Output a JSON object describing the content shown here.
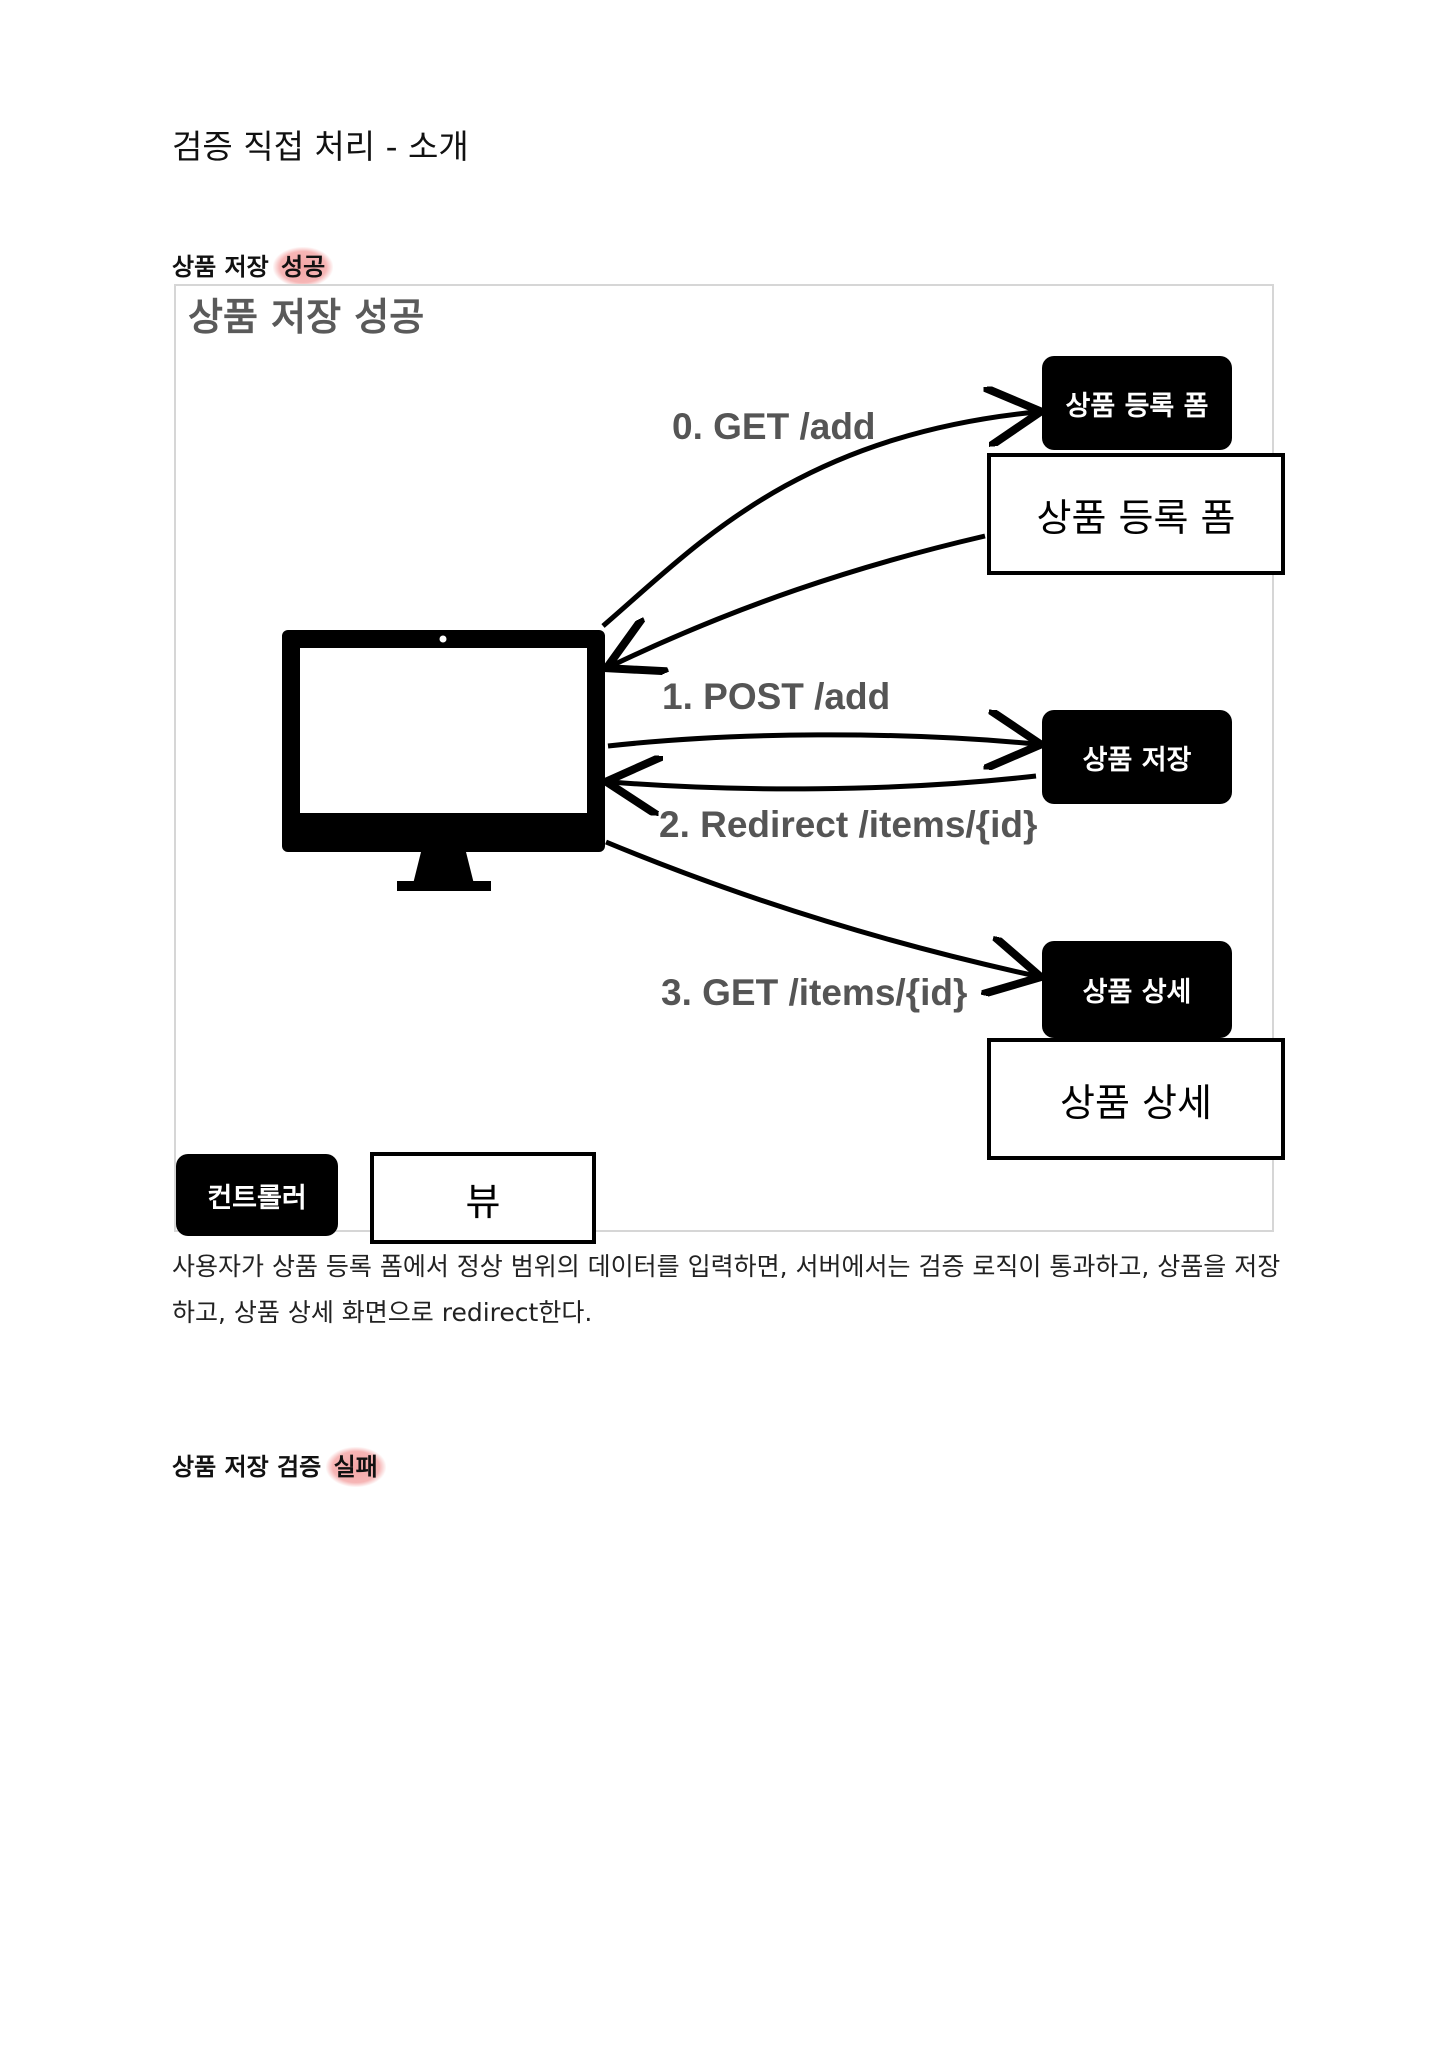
{
  "page_title": "검증 직접 처리 - 소개",
  "section_success": {
    "heading_prefix": "상품 저장",
    "heading_highlight": "성공"
  },
  "diagram": {
    "title": "상품 저장 성공",
    "arrows": {
      "get_add": "0. GET /add",
      "post_add": "1. POST /add",
      "redirect": "2. Redirect /items/{id}",
      "get_item": "3. GET /items/{id}"
    },
    "controllers": {
      "add_form": "상품 등록 폼",
      "save": "상품 저장",
      "detail": "상품 상세"
    },
    "views": {
      "add_form": "상품 등록 폼",
      "detail": "상품 상세"
    },
    "legend": {
      "controller": "컨트롤러",
      "view": "뷰"
    }
  },
  "paragraph": "사용자가 상품 등록 폼에서 정상 범위의 데이터를 입력하면, 서버에서는 검증 로직이 통과하고, 상품을 저장하고, 상품 상세 화면으로 redirect한다.",
  "section_failure": {
    "heading_prefix": "상품 저장 검증",
    "heading_highlight": "실패"
  },
  "colors": {
    "highlight": "#f29696",
    "controller_bg": "#000000",
    "label_gray": "#555555"
  }
}
